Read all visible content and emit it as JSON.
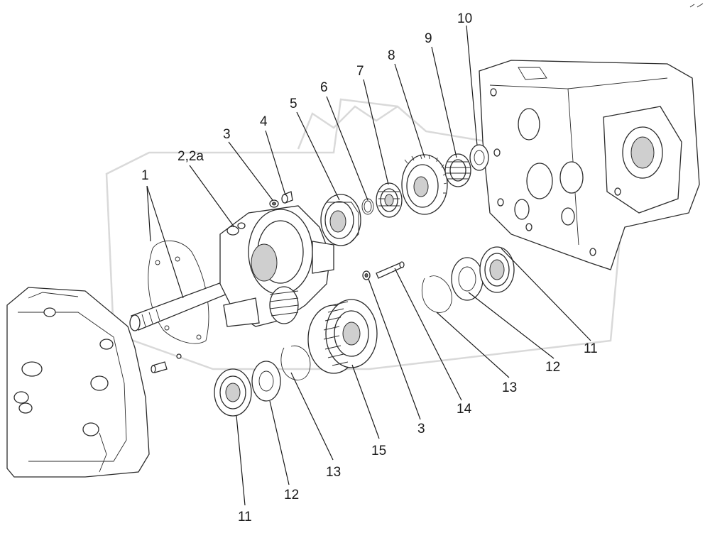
{
  "callouts": {
    "c1": "1",
    "c2": "2,2a",
    "c3a": "3",
    "c3b": "3",
    "c4": "4",
    "c5": "5",
    "c6": "6",
    "c7": "7",
    "c8": "8",
    "c9": "9",
    "c10": "10",
    "c11a": "11",
    "c11b": "11",
    "c12a": "12",
    "c12b": "12",
    "c13a": "13",
    "c13b": "13",
    "c14": "14",
    "c15": "15"
  }
}
